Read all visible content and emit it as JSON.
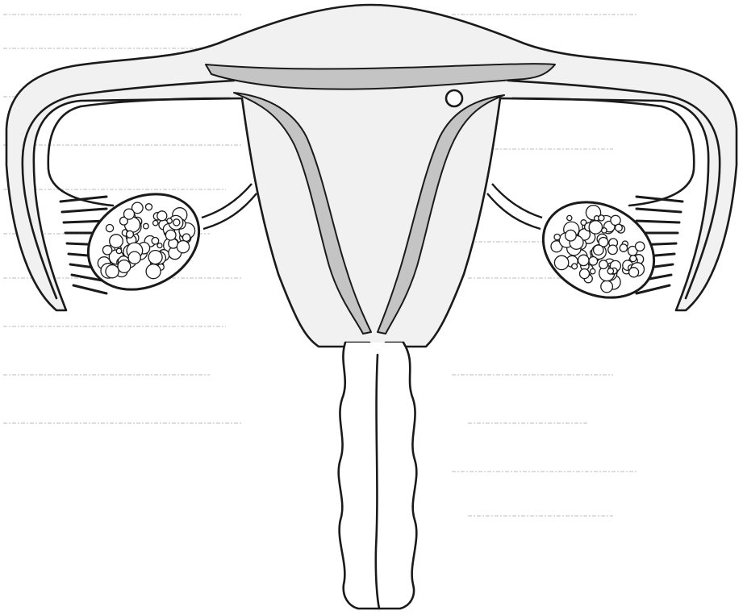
{
  "diagram": {
    "subject": "",
    "colors": {
      "ink": "#1a1a1a",
      "tissue": "#f1f1f1",
      "lining": "#c4c4c4",
      "paper": "#ffffff",
      "guide": "#d2d2d2"
    },
    "parts": [
      {
        "id": "uterus-body"
      },
      {
        "id": "endometrium-lining"
      },
      {
        "id": "fallopian-tube-left"
      },
      {
        "id": "fallopian-tube-right"
      },
      {
        "id": "fimbriae-left"
      },
      {
        "id": "fimbriae-right"
      },
      {
        "id": "ovary-left"
      },
      {
        "id": "ovary-right"
      },
      {
        "id": "ovarian-ligament-left"
      },
      {
        "id": "ovarian-ligament-right"
      },
      {
        "id": "cervix"
      },
      {
        "id": "vagina"
      },
      {
        "id": "ovum"
      }
    ],
    "label_lines_left": 10,
    "label_lines_right": 8,
    "labels": []
  }
}
